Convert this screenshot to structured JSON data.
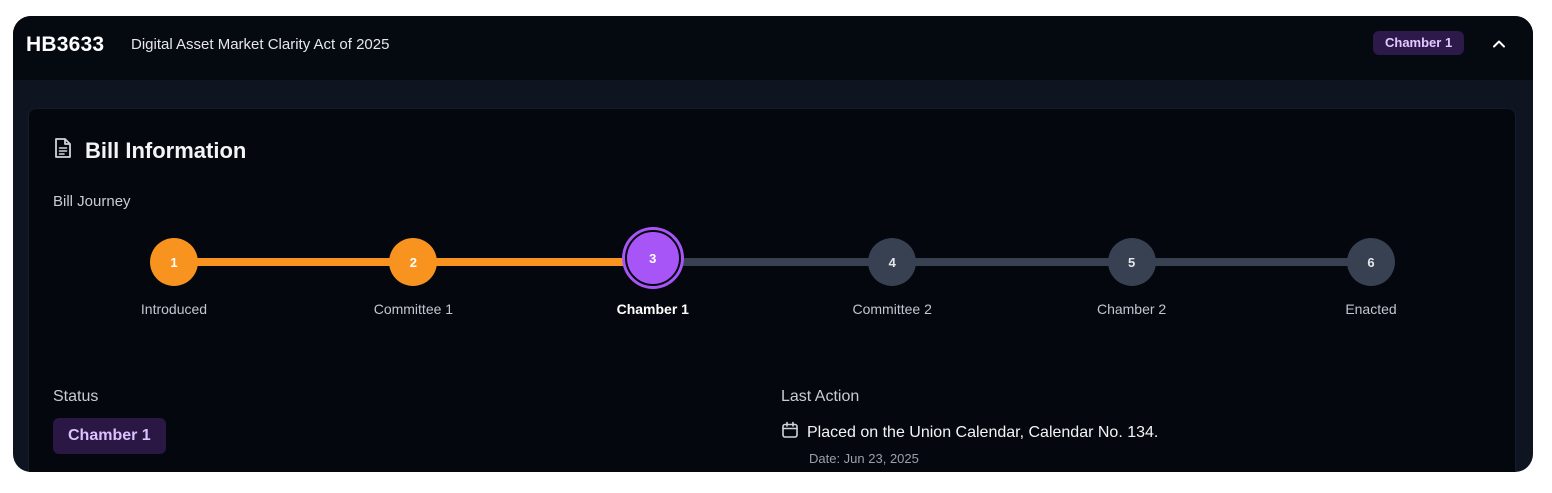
{
  "header": {
    "bill_id": "HB3633",
    "bill_title": "Digital Asset Market Clarity Act of 2025",
    "stage_badge": "Chamber 1",
    "collapse_icon": "chevron-up-icon"
  },
  "card": {
    "title": "Bill Information",
    "title_icon": "document-icon",
    "journey_label": "Bill Journey"
  },
  "journey": {
    "current_step": 3,
    "steps": [
      {
        "number": "1",
        "label": "Introduced",
        "state": "done"
      },
      {
        "number": "2",
        "label": "Committee 1",
        "state": "done"
      },
      {
        "number": "3",
        "label": "Chamber 1",
        "state": "current"
      },
      {
        "number": "4",
        "label": "Committee 2",
        "state": "todo"
      },
      {
        "number": "5",
        "label": "Chamber 2",
        "state": "todo"
      },
      {
        "number": "6",
        "label": "Enacted",
        "state": "todo"
      }
    ],
    "colors": {
      "done": "#f7931e",
      "current": "#a855f7",
      "todo": "#374151"
    }
  },
  "status": {
    "label": "Status",
    "value": "Chamber 1"
  },
  "last_action": {
    "label": "Last Action",
    "icon": "calendar-icon",
    "text": "Placed on the Union Calendar, Calendar No. 134.",
    "date": "Date: Jun 23, 2025"
  }
}
